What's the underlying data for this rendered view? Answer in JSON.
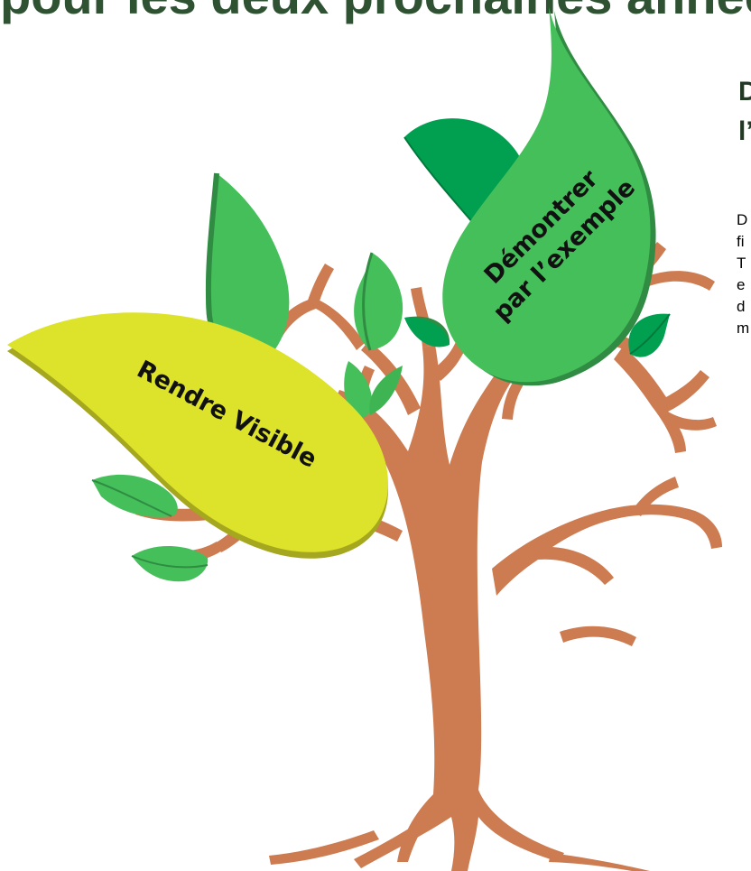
{
  "header": {
    "title": "pour les deux prochaines années"
  },
  "leaves": {
    "rendre_visible": "Rendre Visible",
    "demontrer": {
      "line1": "Démontrer",
      "line2": "par l’exemple"
    }
  },
  "side": {
    "heading_line1": "D",
    "heading_line2": "l’",
    "body_lines": [
      "D",
      "fi",
      "T",
      "e",
      "d",
      "m"
    ]
  },
  "colors": {
    "trunk": "#cd7b50",
    "leaf_green": "#45bf5a",
    "leaf_dark": "#00a050",
    "leaf_yellow": "#dde22a",
    "title_green": "#2f5233"
  }
}
